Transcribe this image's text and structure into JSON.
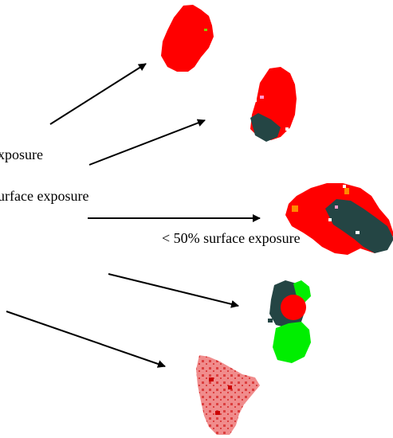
{
  "labels": {
    "label_1": "xposure",
    "label_2": "urface exposure",
    "label_3": "< 50%  surface exposure"
  },
  "colors": {
    "red": "#ff0000",
    "dark_slate": "#244544",
    "green": "#00ee00",
    "orange": "#ff8800",
    "pink": "#f08c8c",
    "white_speckle": "#ffffff",
    "arrow": "#000000"
  }
}
